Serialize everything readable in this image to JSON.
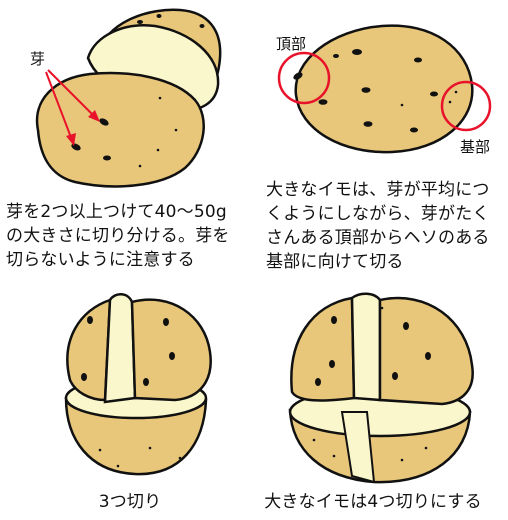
{
  "colors": {
    "skin": "#e8c77a",
    "flesh": "#fbf7cc",
    "outline": "#111111",
    "accent": "#e8122a"
  },
  "panel1": {
    "label_me": "芽",
    "caption_lines": [
      "芽を2つ以上つけて40〜50g",
      "の大きさに切り分ける。芽を",
      "切らないように注意する"
    ]
  },
  "panel2": {
    "label_top": "頂部",
    "label_base": "基部",
    "caption_lines": [
      "大きなイモは、芽が平均につ",
      "くようにしながら、芽がたく",
      "さんある頂部からヘソのある",
      "基部に向けて切る"
    ]
  },
  "panel3": {
    "caption": "3つ切り"
  },
  "panel4": {
    "caption": "大きなイモは4つ切りにする"
  }
}
